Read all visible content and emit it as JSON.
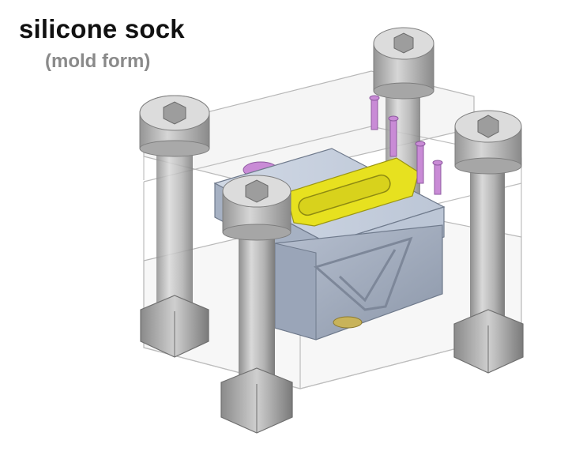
{
  "title": "silicone sock",
  "subtitle": "(mold form)",
  "colors": {
    "background": "#ffffff",
    "title": "#111111",
    "subtitle": "#8a8a8a",
    "mold_block": "#c9d2e0",
    "insert": "#a9b4c6",
    "sock_cavity": "#e7e11f",
    "pins": "#c98bd6",
    "bolts": "#b8b8b8",
    "transparent_plates": "#e6e6e6"
  },
  "components": [
    {
      "name": "socket-head-cap-screw",
      "icon": "hex-socket-head-bolt",
      "count": 4
    },
    {
      "name": "hex-nut",
      "icon": "hex-nut",
      "count": 4
    },
    {
      "name": "transparent-plate",
      "count": 2
    },
    {
      "name": "mold-block",
      "count": 1
    },
    {
      "name": "yellow-sock-cavity",
      "count": 1
    },
    {
      "name": "alignment-pin",
      "count": 5
    }
  ]
}
